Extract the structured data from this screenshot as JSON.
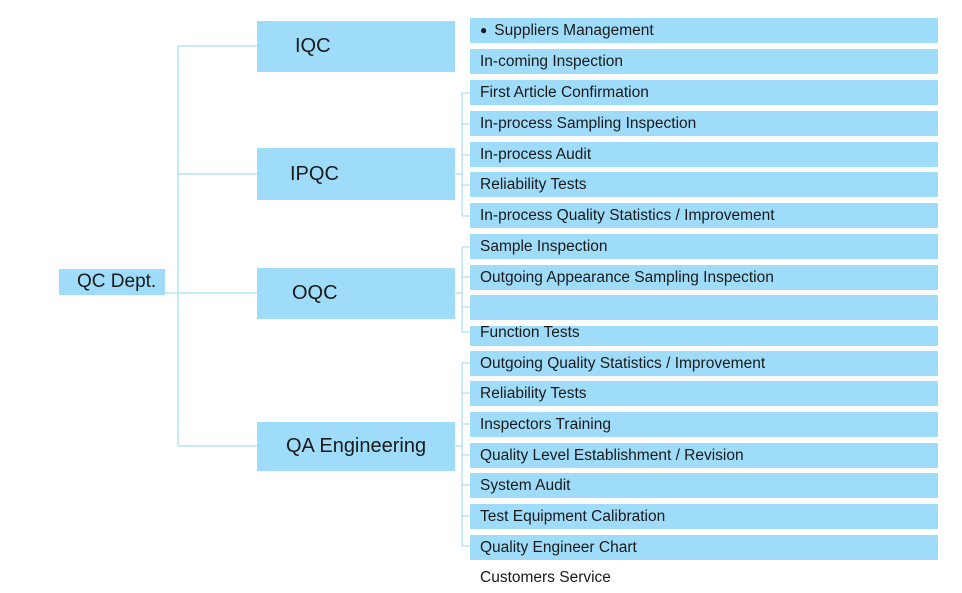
{
  "root": {
    "label": "QC Dept."
  },
  "groups": [
    {
      "id": "iqc",
      "label": "IQC"
    },
    {
      "id": "ipqc",
      "label": "IPQC"
    },
    {
      "id": "oqc",
      "label": "OQC"
    },
    {
      "id": "qa",
      "label": "QA Engineering"
    }
  ],
  "items": [
    {
      "label": "Suppliers Management",
      "bullet": "●"
    },
    {
      "label": "In-coming Inspection"
    },
    {
      "label": "First Article Confirmation"
    },
    {
      "label": "In-process Sampling Inspection"
    },
    {
      "label": "In-process Audit"
    },
    {
      "label": "Reliability Tests"
    },
    {
      "label": "In-process Quality Statistics / Improvement"
    },
    {
      "label": "Sample Inspection"
    },
    {
      "label": "Outgoing Appearance Sampling Inspection"
    },
    {
      "label": ""
    },
    {
      "label": "Function Tests"
    },
    {
      "label": "Outgoing Quality Statistics / Improvement"
    },
    {
      "label": "Reliability Tests"
    },
    {
      "label": "Inspectors Training"
    },
    {
      "label": "Quality Level Establishment / Revision"
    },
    {
      "label": "System Audit"
    },
    {
      "label": "Test Equipment Calibration"
    },
    {
      "label": "Quality Engineer Chart"
    },
    {
      "label": "Customers Service"
    }
  ],
  "colors": {
    "box_fill": "#9fdcf9",
    "connector": "#a9dcf3"
  }
}
